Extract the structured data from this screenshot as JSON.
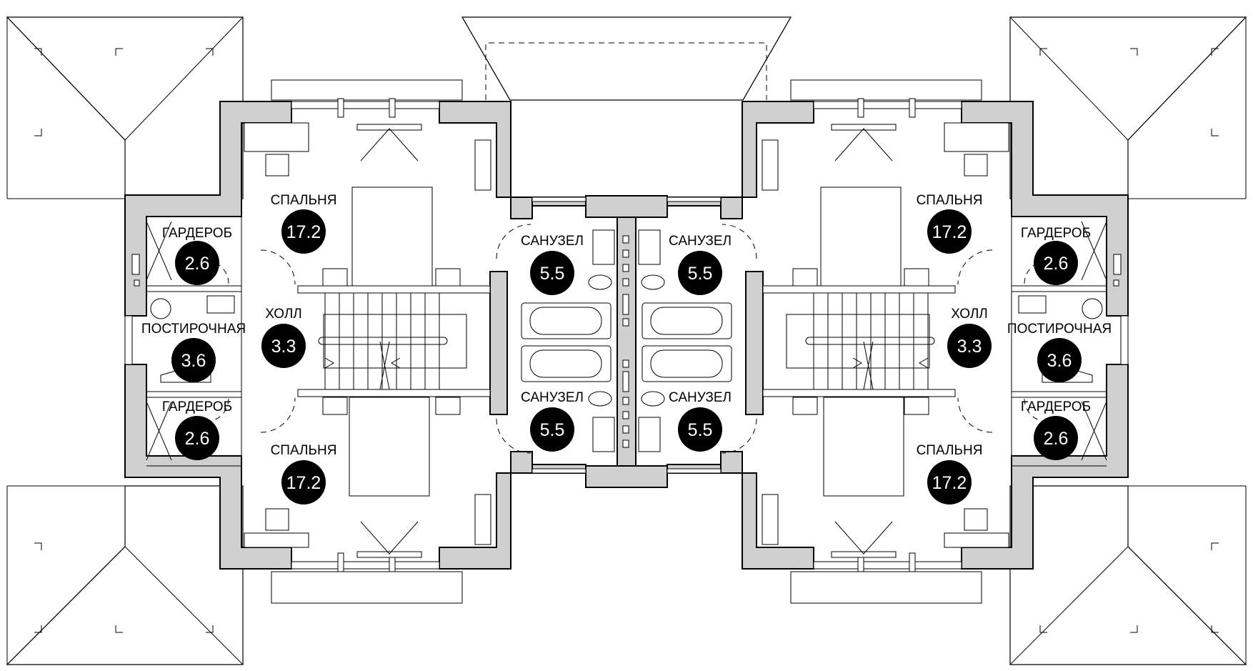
{
  "rooms": [
    {
      "id": "bedroom-nw",
      "label": "СПАЛЬНЯ",
      "area": "17.2"
    },
    {
      "id": "wardrobe-nw",
      "label": "ГАРДЕРОБ",
      "area": "2.6"
    },
    {
      "id": "laundry-w",
      "label": "ПОСТИРОЧНАЯ",
      "area": "3.6"
    },
    {
      "id": "hall-w",
      "label": "ХОЛЛ",
      "area": "3.3"
    },
    {
      "id": "wardrobe-sw",
      "label": "ГАРДЕРОБ",
      "area": "2.6"
    },
    {
      "id": "bedroom-sw",
      "label": "СПАЛЬНЯ",
      "area": "17.2"
    },
    {
      "id": "bathroom-nw",
      "label": "САНУЗЕЛ",
      "area": "5.5"
    },
    {
      "id": "bathroom-ne",
      "label": "САНУЗЕЛ",
      "area": "5.5"
    },
    {
      "id": "bathroom-sw",
      "label": "САНУЗЕЛ",
      "area": "5.5"
    },
    {
      "id": "bathroom-se",
      "label": "САНУЗЕЛ",
      "area": "5.5"
    },
    {
      "id": "bedroom-ne",
      "label": "СПАЛЬНЯ",
      "area": "17.2"
    },
    {
      "id": "wardrobe-ne",
      "label": "ГАРДЕРОБ",
      "area": "2.6"
    },
    {
      "id": "laundry-e",
      "label": "ПОСТИРОЧНАЯ",
      "area": "3.6"
    },
    {
      "id": "hall-e",
      "label": "ХОЛЛ",
      "area": "3.3"
    },
    {
      "id": "wardrobe-se",
      "label": "ГАРДЕРОБ",
      "area": "2.6"
    },
    {
      "id": "bedroom-se",
      "label": "СПАЛЬНЯ",
      "area": "17.2"
    }
  ],
  "colors": {
    "wall_fill": "#d0d0d0",
    "line": "#000000",
    "badge": "#000000",
    "badge_text": "#ffffff"
  }
}
